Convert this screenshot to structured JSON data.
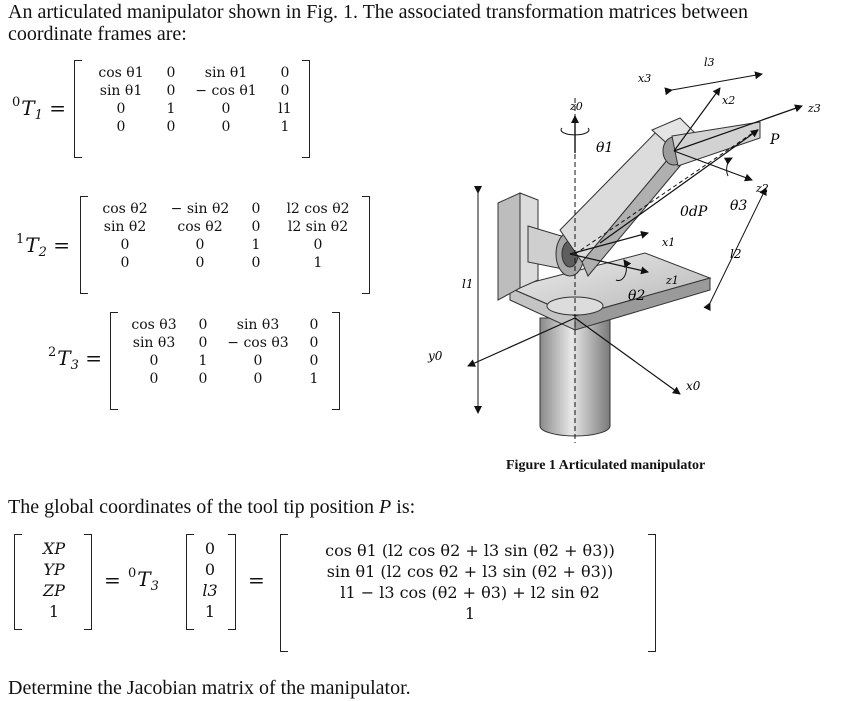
{
  "intro": {
    "line1": "An articulated manipulator shown in Fig. 1. The associated transformation matrices between",
    "line2": "coordinate frames are:"
  },
  "matrices": {
    "T1": {
      "label_sup": "0",
      "label_main": "T",
      "label_sub": "1",
      "rows": [
        [
          "cos θ1",
          "0",
          "sin θ1",
          "0"
        ],
        [
          "sin θ1",
          "0",
          "− cos θ1",
          "0"
        ],
        [
          "0",
          "1",
          "0",
          "l1"
        ],
        [
          "0",
          "0",
          "0",
          "1"
        ]
      ]
    },
    "T2": {
      "label_sup": "1",
      "label_main": "T",
      "label_sub": "2",
      "rows": [
        [
          "cos θ2",
          "− sin θ2",
          "0",
          "l2 cos θ2"
        ],
        [
          "sin θ2",
          "cos θ2",
          "0",
          "l2 sin θ2"
        ],
        [
          "0",
          "0",
          "1",
          "0"
        ],
        [
          "0",
          "0",
          "0",
          "1"
        ]
      ]
    },
    "T3": {
      "label_sup": "2",
      "label_main": "T",
      "label_sub": "3",
      "rows": [
        [
          "cos θ3",
          "0",
          "sin θ3",
          "0"
        ],
        [
          "sin θ3",
          "0",
          "− cos θ3",
          "0"
        ],
        [
          "0",
          "1",
          "0",
          "0"
        ],
        [
          "0",
          "0",
          "0",
          "1"
        ]
      ]
    }
  },
  "figure": {
    "caption": "Figure 1 Articulated manipulator",
    "labels": {
      "x3": "x3",
      "l3": "l3",
      "x2": "x2",
      "z3": "z3",
      "P": "P",
      "z0": "z0",
      "theta1": "θ1",
      "dP": "0dP",
      "theta3": "θ3",
      "z2": "z2",
      "x1": "x1",
      "l1": "l1",
      "l2": "l2",
      "z1": "z1",
      "theta2": "θ2",
      "y0": "y0",
      "x0": "x0"
    }
  },
  "global": {
    "sentence_start": "The global coordinates of the tool tip position ",
    "sentence_var": "P",
    "sentence_end": " is:",
    "lhs": [
      "XP",
      "YP",
      "ZP",
      "1"
    ],
    "transform_sup": "0",
    "transform_main": "T",
    "transform_sub": "3",
    "vec": [
      "0",
      "0",
      "l3",
      "1"
    ],
    "rhs": [
      "cos θ1 (l2 cos θ2 + l3 sin (θ2 + θ3))",
      "sin θ1 (l2 cos θ2 + l3 sin (θ2 + θ3))",
      "l1 − l3 cos (θ2 + θ3) + l2 sin θ2",
      "1"
    ]
  },
  "question": "Determine the Jacobian matrix of the manipulator."
}
